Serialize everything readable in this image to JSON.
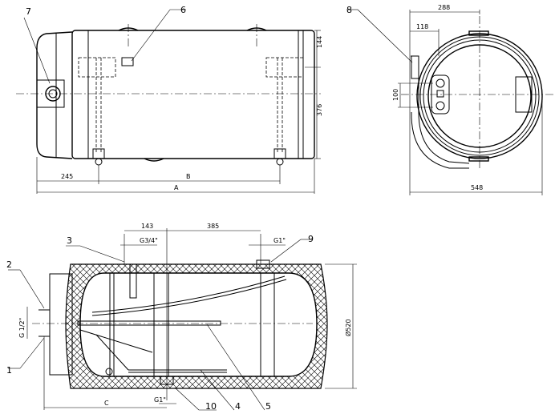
{
  "callouts": {
    "c1": "1",
    "c2": "2",
    "c3": "3",
    "c4": "4",
    "c5": "5",
    "c6": "6",
    "c7": "7",
    "c8": "8",
    "c9": "9",
    "c10": "10"
  },
  "front_view": {
    "dim_245": "245",
    "dim_B": "B",
    "dim_A": "A",
    "dim_144": "144",
    "dim_376": "376"
  },
  "side_view": {
    "dim_288": "288",
    "dim_118": "118",
    "dim_100": "100",
    "dim_548": "548"
  },
  "section_view": {
    "dim_143": "143",
    "dim_385": "385",
    "thread_g34": "G3/4\"",
    "thread_g1_top": "G1\"",
    "thread_g1_bottom": "G1\"",
    "thread_g12": "G 1/2\"",
    "dim_C": "C",
    "dim_d520": "Ø520"
  }
}
